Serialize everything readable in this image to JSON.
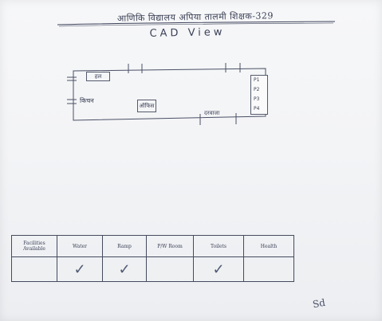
{
  "document": {
    "heading": "आणिकि विद्यालय अपिया तालमी शिक्षक-329",
    "subheading": "CAD View"
  },
  "plan": {
    "room_one": "हल",
    "room_two": "किचन",
    "room_three": "ऑफिस",
    "doorway_label": "दरवाजा",
    "stair_items": [
      "P1",
      "P2",
      "P3",
      "P4"
    ]
  },
  "checklist": {
    "header_first": "Facilities Available",
    "columns": [
      "Water",
      "Ramp",
      "P/W Room",
      "Toilets",
      "Health"
    ],
    "checks": [
      true,
      true,
      false,
      true,
      false
    ]
  },
  "signature": "Sd"
}
